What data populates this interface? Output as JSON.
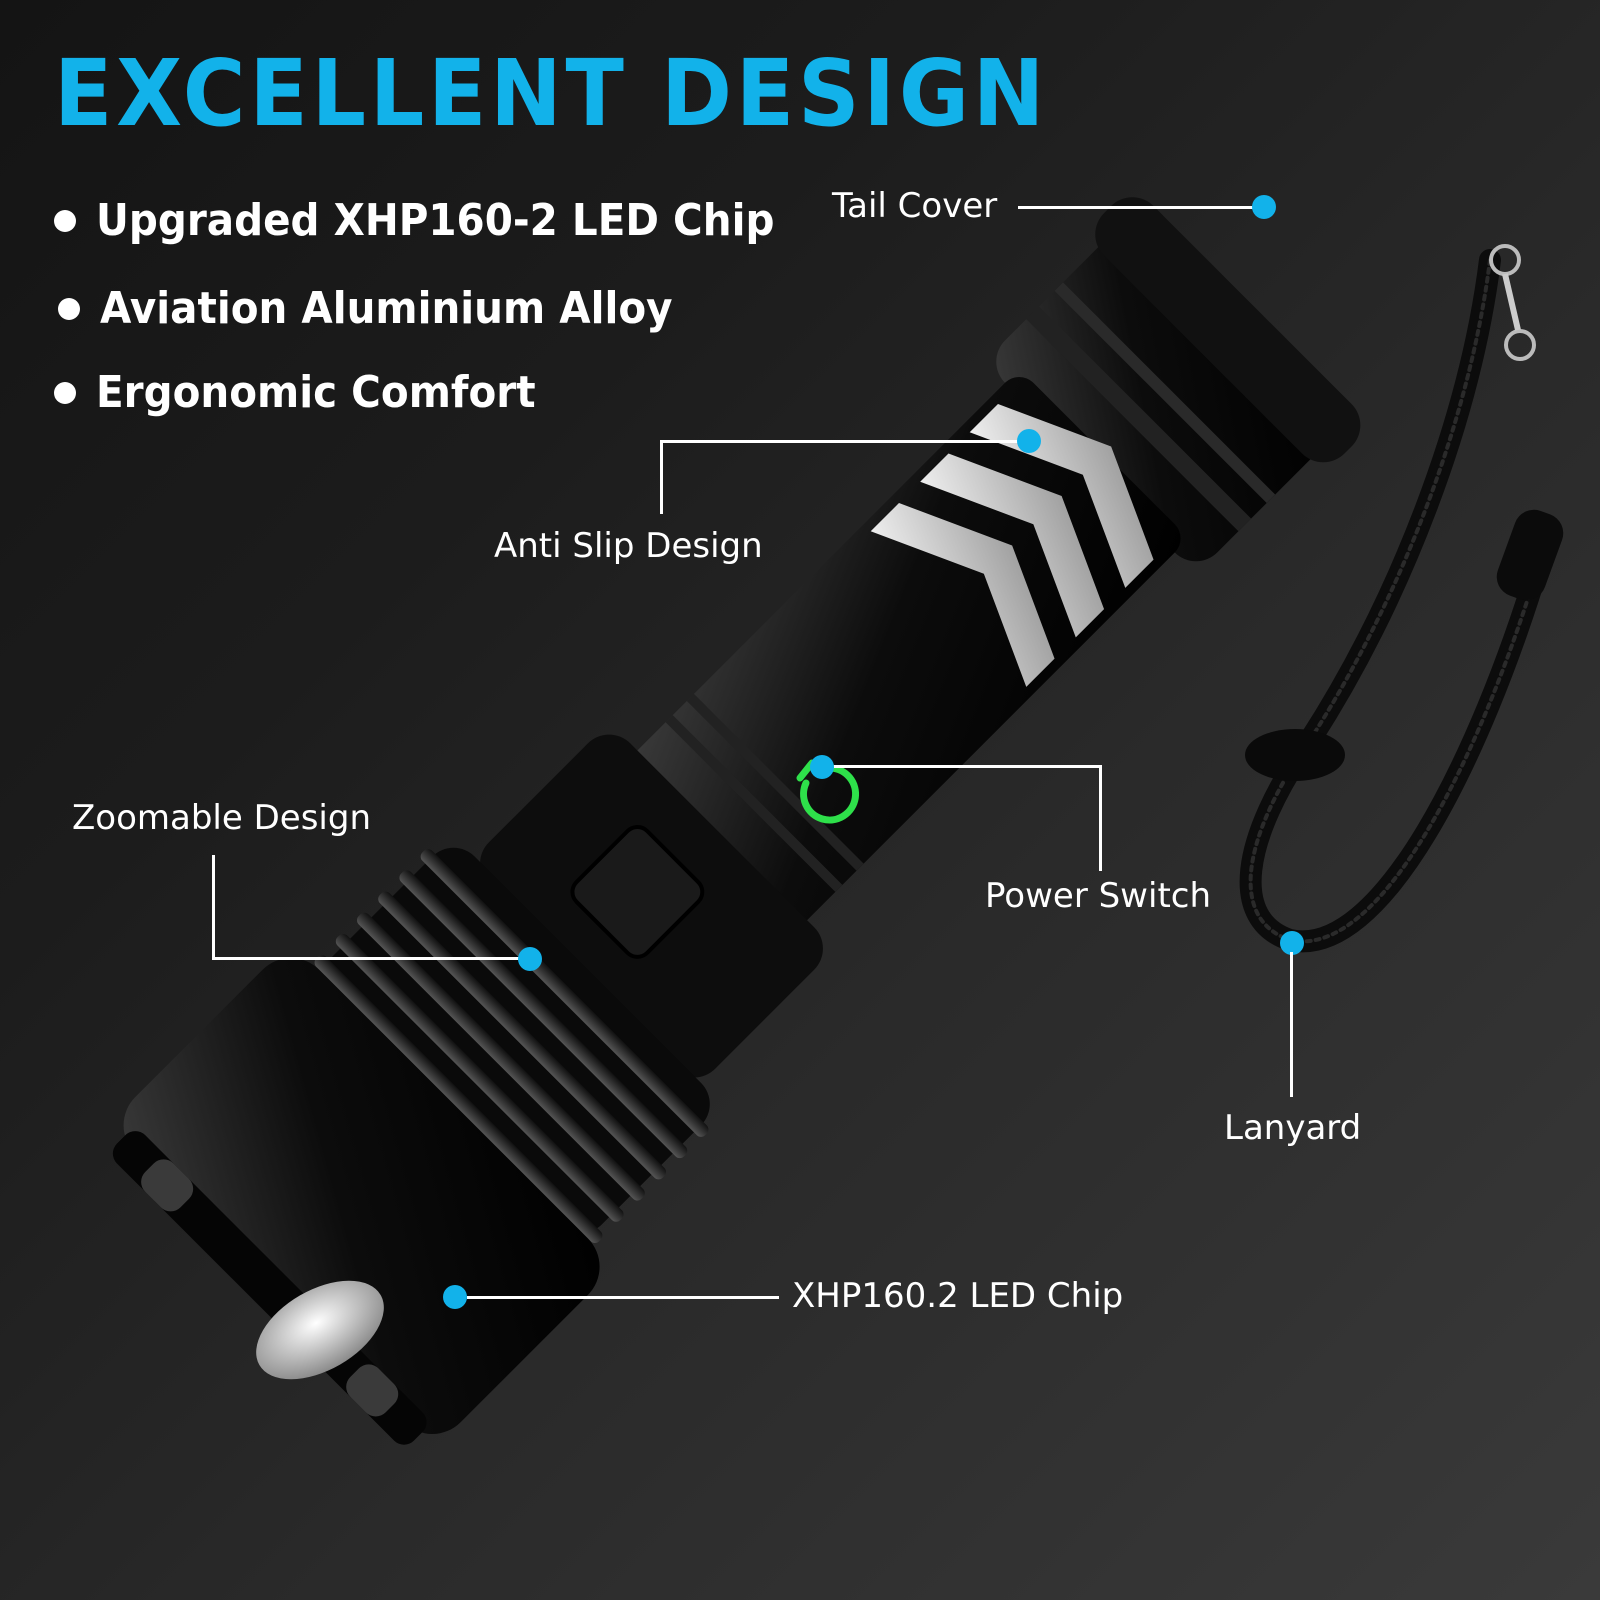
{
  "headline": "EXCELLENT DESIGN",
  "features": [
    "Upgraded XHP160-2 LED Chip",
    "Aviation Aluminium Alloy",
    "Ergonomic Comfort"
  ],
  "callouts": {
    "tail_cover": "Tail Cover",
    "anti_slip": "Anti Slip Design",
    "power_switch": "Power Switch",
    "zoomable": "Zoomable Design",
    "lanyard": "Lanyard",
    "led_chip": "XHP160.2 LED Chip"
  },
  "colors": {
    "accent": "#12b2ea",
    "power_indicator": "#2ee04a",
    "background": "#1e1e1e",
    "body": "#0b0b0b"
  }
}
